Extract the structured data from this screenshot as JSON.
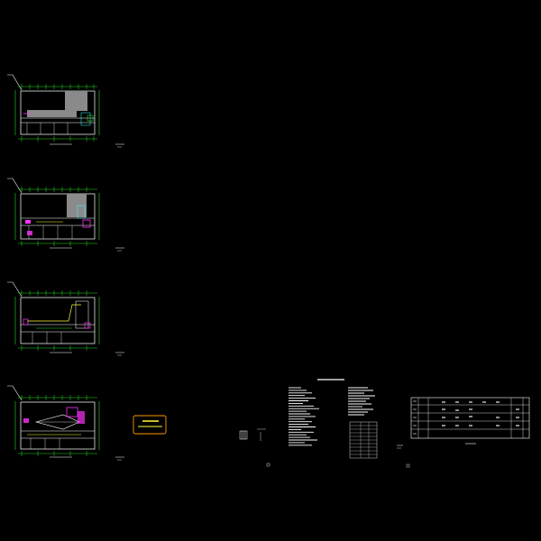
{
  "canvas": {
    "background": "#000000"
  },
  "colors": {
    "axis_green": "#22dd22",
    "wall_white": "#e8e8e8",
    "fill_gray": "#8a8a8a",
    "accent_magenta": "#ff33ff",
    "accent_yellow": "#ffff33",
    "accent_cyan": "#33ffff",
    "stamp_orange": "#ff9900"
  },
  "floor_plans": [
    {
      "name": "plan-1"
    },
    {
      "name": "plan-2"
    },
    {
      "name": "plan-3"
    },
    {
      "name": "plan-4"
    }
  ],
  "stamp": {
    "icon": "seal-stamp-icon"
  },
  "notes_sheet": {
    "title": ""
  },
  "schedule_table": {
    "columns": 9,
    "rows": 5
  }
}
